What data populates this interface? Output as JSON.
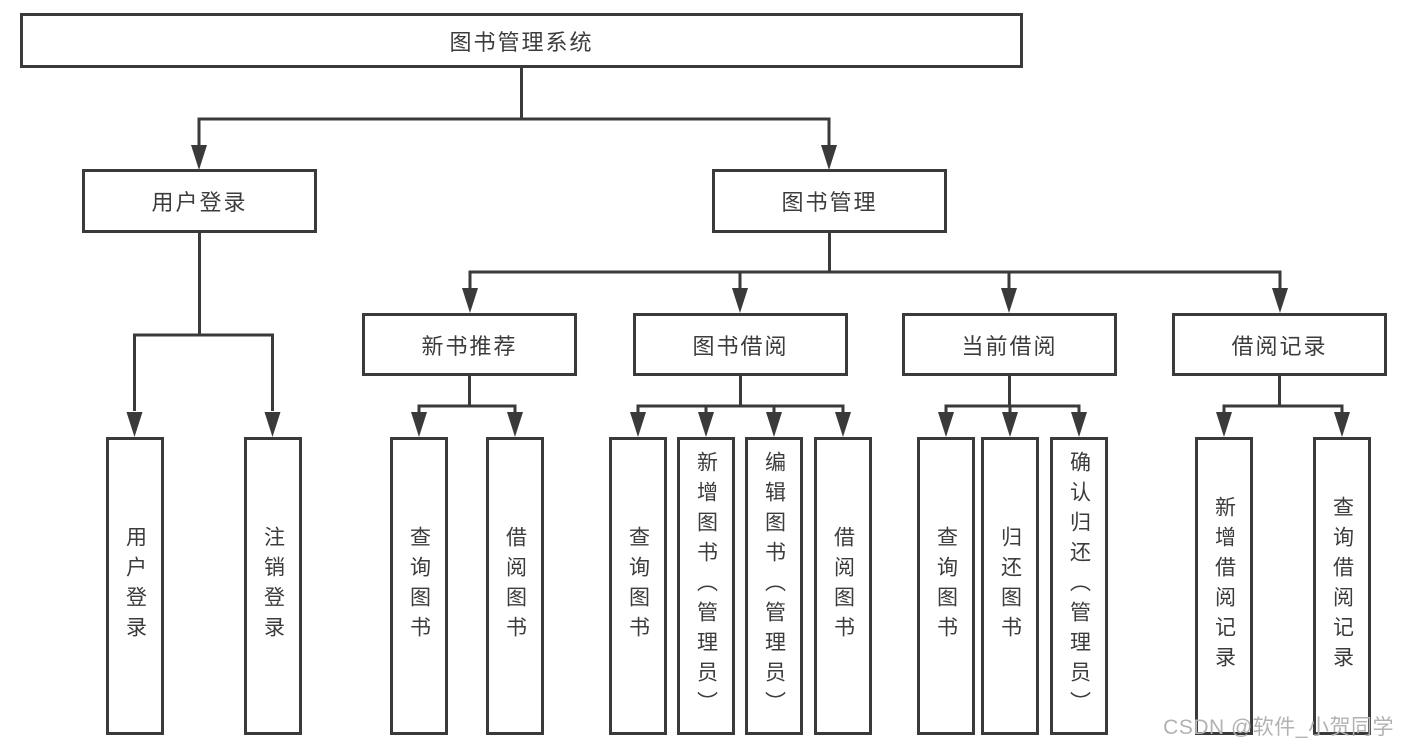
{
  "diagram": {
    "tree": {
      "label": "图书管理系统",
      "children": [
        {
          "label": "用户登录",
          "children": [
            {
              "label": "用户登录"
            },
            {
              "label": "注销登录"
            }
          ]
        },
        {
          "label": "图书管理",
          "children": [
            {
              "label": "新书推荐",
              "children": [
                {
                  "label": "查询图书"
                },
                {
                  "label": "借阅图书"
                }
              ]
            },
            {
              "label": "图书借阅",
              "children": [
                {
                  "label": "查询图书"
                },
                {
                  "label": "新增图书（管理员）"
                },
                {
                  "label": "编辑图书（管理员）"
                },
                {
                  "label": "借阅图书"
                }
              ]
            },
            {
              "label": "当前借阅",
              "children": [
                {
                  "label": "查询图书"
                },
                {
                  "label": "归还图书"
                },
                {
                  "label": "确认归还（管理员）"
                }
              ]
            },
            {
              "label": "借阅记录",
              "children": [
                {
                  "label": "新增借阅记录"
                },
                {
                  "label": "查询借阅记录"
                }
              ]
            }
          ]
        }
      ]
    },
    "colors": {
      "line": "#3a3a3a",
      "text": "#3c3c3c",
      "box_fill": "#ffffff",
      "background": "#ffffff",
      "watermark": "#b2b2b2"
    }
  },
  "watermark": {
    "text": "CSDN @软件_小贺同学"
  }
}
